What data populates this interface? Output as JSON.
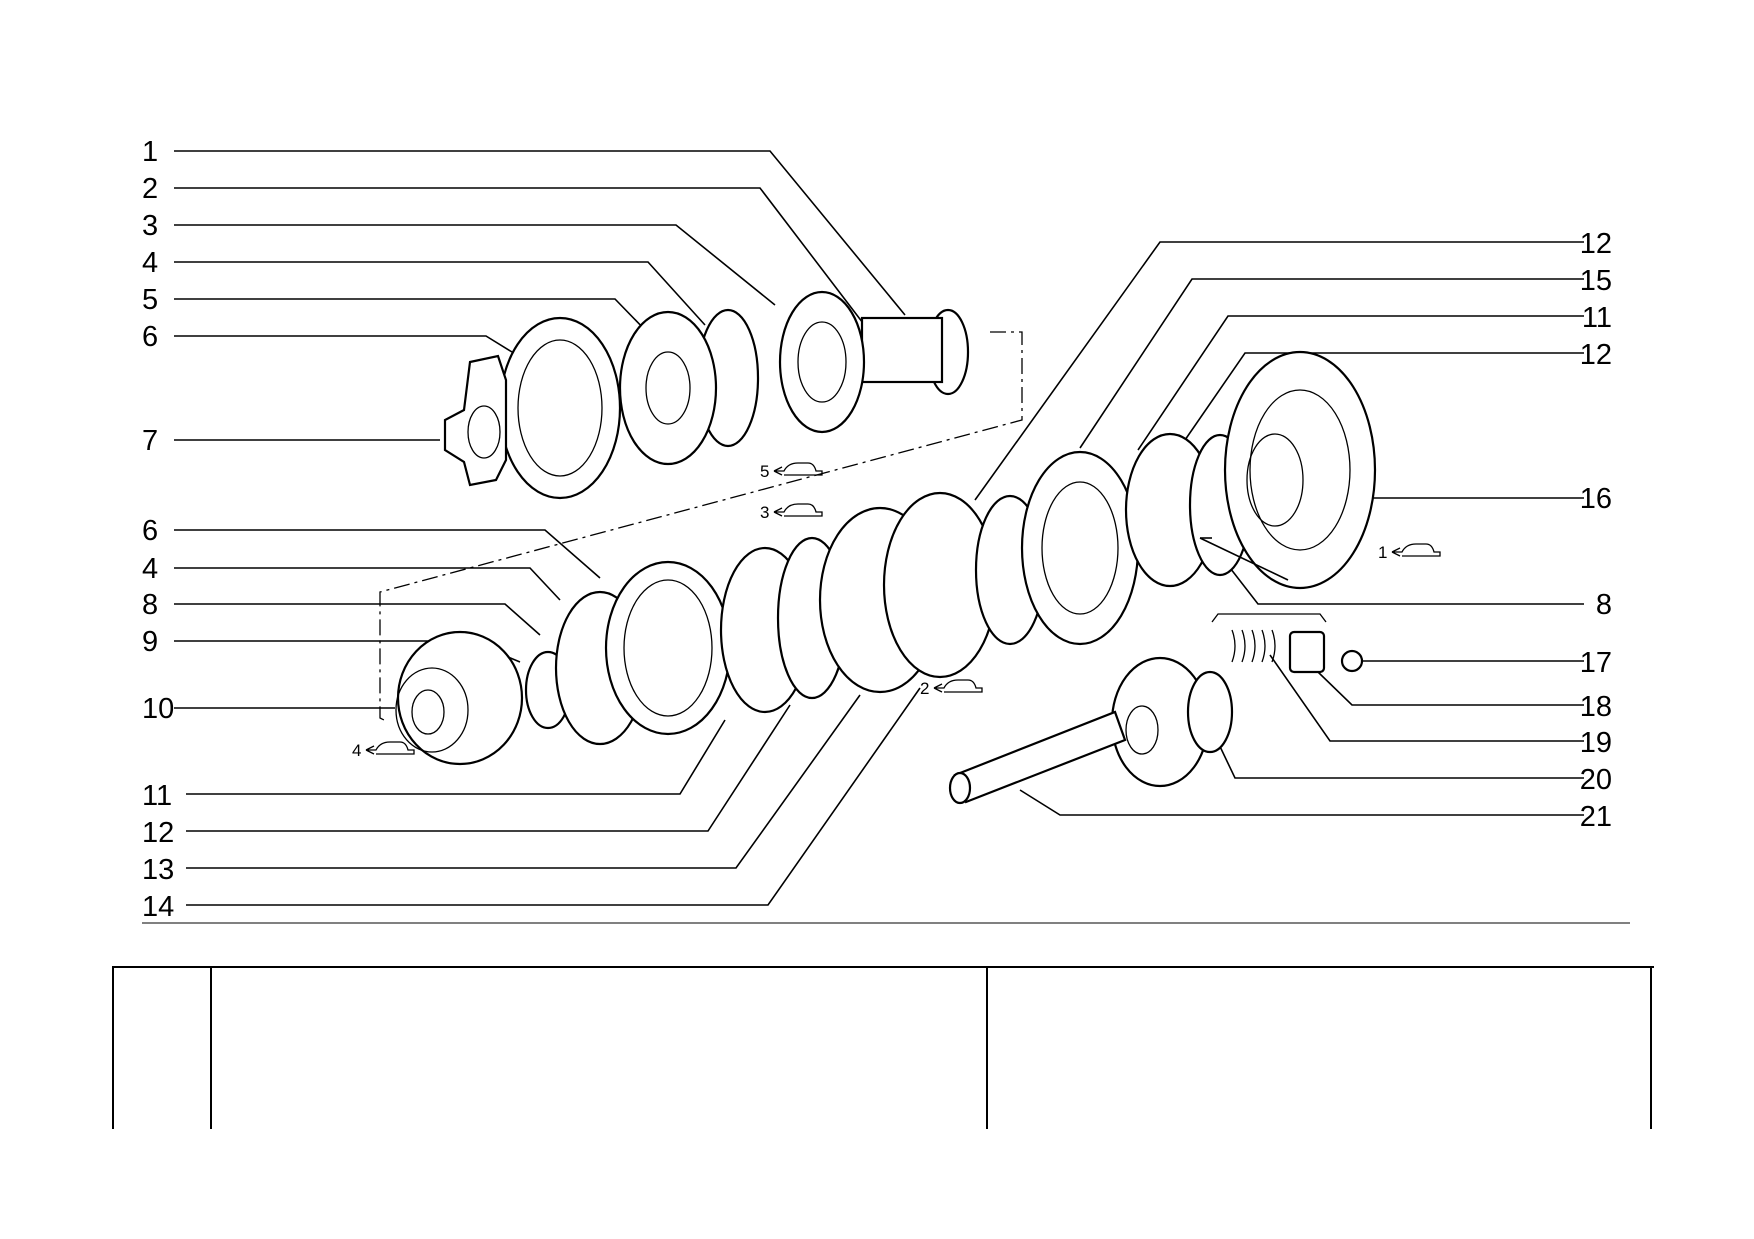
{
  "callouts_left_top": [
    "1",
    "2",
    "3",
    "4",
    "5",
    "6",
    "7"
  ],
  "callouts_left_bottom": [
    "6",
    "4",
    "8",
    "9",
    "10"
  ],
  "callouts_bottom": [
    "11",
    "12",
    "13",
    "14"
  ],
  "callouts_right": [
    "12",
    "15",
    "11",
    "12",
    "16",
    "8",
    "17",
    "18",
    "19",
    "20",
    "21"
  ],
  "view_refs": [
    "5",
    "3",
    "1",
    "2",
    "4"
  ],
  "view_ref_icon": "car-silhouette-arrow-icon",
  "colors": {
    "ink": "#000000",
    "paper": "#ffffff"
  }
}
